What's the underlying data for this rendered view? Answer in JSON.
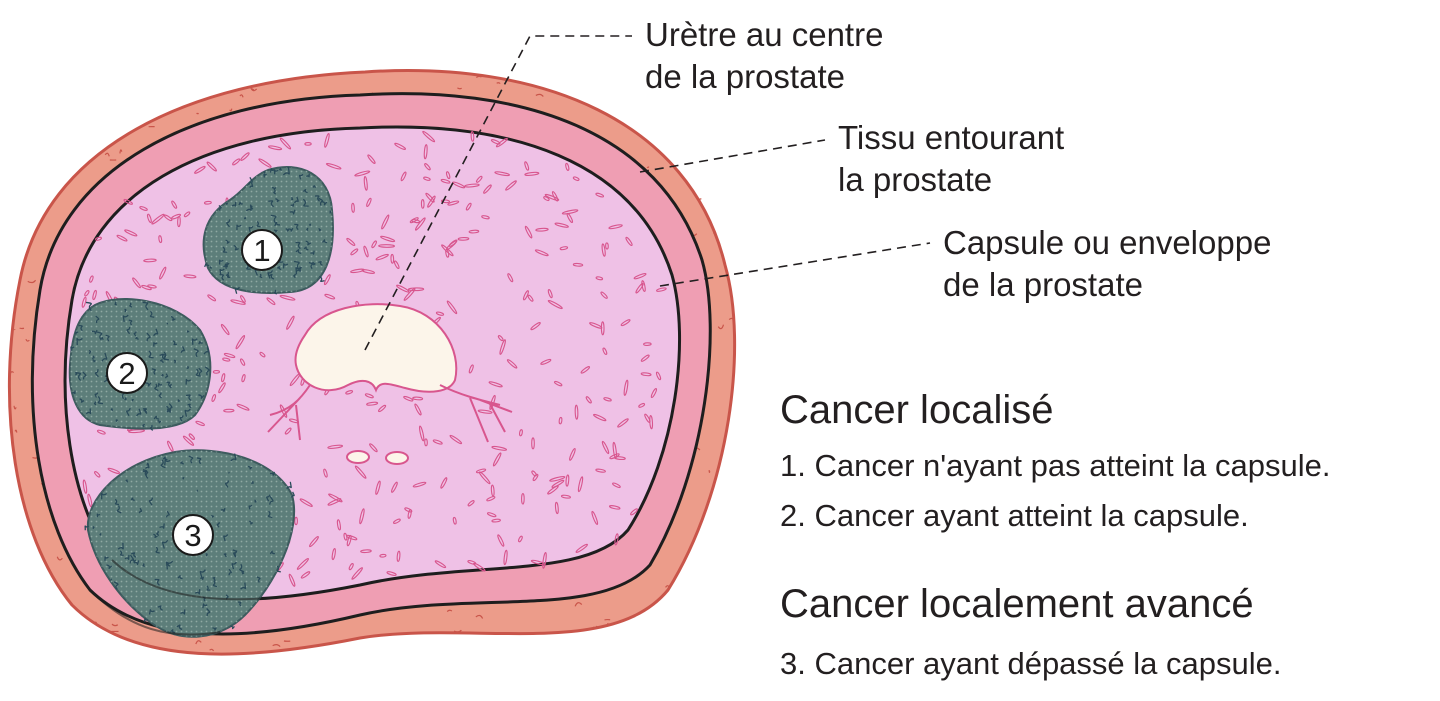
{
  "colors": {
    "outer_tissue": "#ec9c8a",
    "tissue_texture": "#c9554a",
    "capsule": "#ef9eb3",
    "gland": "#efc1e6",
    "gland_marks": "#d8568e",
    "urethra": "#fcf5ea",
    "tumor": "#5d7e7a",
    "tumor_texture": "#2a4b5a",
    "outline": "#1e1e1e",
    "text": "#231f20"
  },
  "labels": {
    "uretre": [
      "Urètre au centre",
      "de la prostate"
    ],
    "tissu": [
      "Tissu entourant",
      "la prostate"
    ],
    "capsule": [
      "Capsule ou enveloppe",
      "de la prostate"
    ]
  },
  "tumors": [
    {
      "number": "1"
    },
    {
      "number": "2"
    },
    {
      "number": "3"
    }
  ],
  "legend": {
    "localise": {
      "heading": "Cancer localisé",
      "items": [
        "1. Cancer n'ayant pas atteint la capsule.",
        "2. Cancer ayant atteint la capsule."
      ]
    },
    "avance": {
      "heading": "Cancer localement avancé",
      "items": [
        "3. Cancer ayant dépassé la capsule."
      ]
    }
  }
}
